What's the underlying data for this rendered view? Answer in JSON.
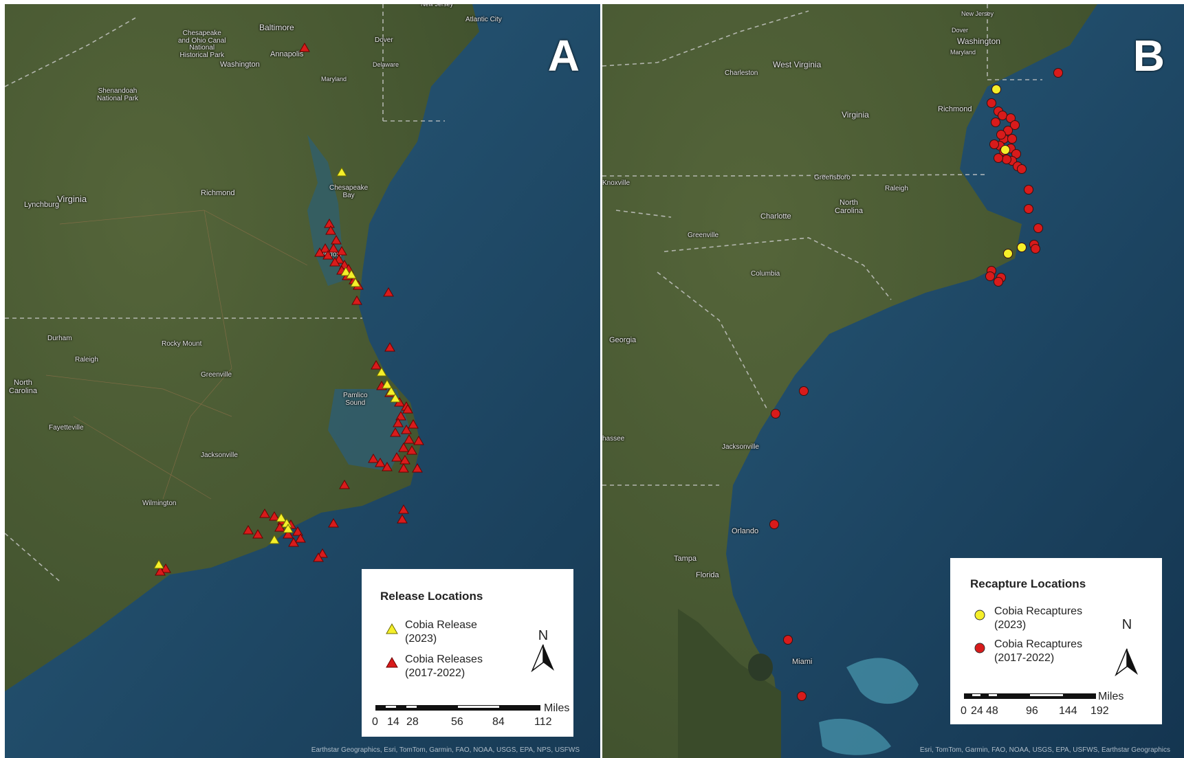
{
  "panels": [
    {
      "letter": "A",
      "labels": [
        "Baltimore",
        "Annapolis",
        "Washington",
        "Chesapeake\nand Ohio Canal\nNational\nHistorical Park",
        "Shenandoah\nNational Park",
        "Dover",
        "Delaware",
        "Maryland",
        "Atlantic City",
        "New Jersey",
        "Chesapeake\nBay",
        "Richmond",
        "Lynchburg",
        "Virginia",
        "Norfolk",
        "Durham",
        "Raleigh",
        "Rocky Mount",
        "Greenville",
        "North\nCarolina",
        "Fayetteville",
        "Pamlico\nSound",
        "Jacksonville",
        "Wilmington"
      ],
      "legend": {
        "title": "Release Locations",
        "items": [
          {
            "label": "Cobia Release\n(2023)",
            "symbol": "triangle",
            "color": "#f5ef2a"
          },
          {
            "label": "Cobia Releases\n(2017-2022)",
            "symbol": "triangle",
            "color": "#d81b1b"
          }
        ],
        "scale_unit": "Miles",
        "scale_ticks": [
          "0",
          "14",
          "28",
          "56",
          "84",
          "112"
        ]
      },
      "attribution": "Earthstar Geographics, Esri, TomTom, Garmin, FAO, NOAA, USGS, EPA, NPS, USFWS"
    },
    {
      "letter": "B",
      "labels": [
        "Washington",
        "Maryland",
        "Dover",
        "New Jersey",
        "West Virginia",
        "Charleston",
        "Virginia",
        "Richmond",
        "Knoxville",
        "Greensboro",
        "Raleigh",
        "North\nCarolina",
        "Charlotte",
        "Greenville",
        "Columbia",
        "Georgia",
        "Jacksonville",
        "Orlando",
        "Tampa",
        "Florida",
        "Miami",
        "hassee"
      ],
      "legend": {
        "title": "Recapture Locations",
        "items": [
          {
            "label": "Cobia Recaptures\n(2023)",
            "symbol": "circle",
            "color": "#f5ef2a"
          },
          {
            "label": "Cobia Recaptures\n(2017-2022)",
            "symbol": "circle",
            "color": "#d81b1b"
          }
        ],
        "scale_unit": "Miles",
        "scale_ticks": [
          "0",
          "24",
          "48",
          "96",
          "144",
          "192"
        ]
      },
      "attribution": "Esri, TomTom, Garmin, FAO, NOAA, USGS, EPA, USFWS, Earthstar Geographics"
    }
  ],
  "colors": {
    "ocean": "#1f4e6e",
    "land": "#4b5a31",
    "release_2023": "#f5ef2a",
    "release_old": "#d81b1b"
  }
}
